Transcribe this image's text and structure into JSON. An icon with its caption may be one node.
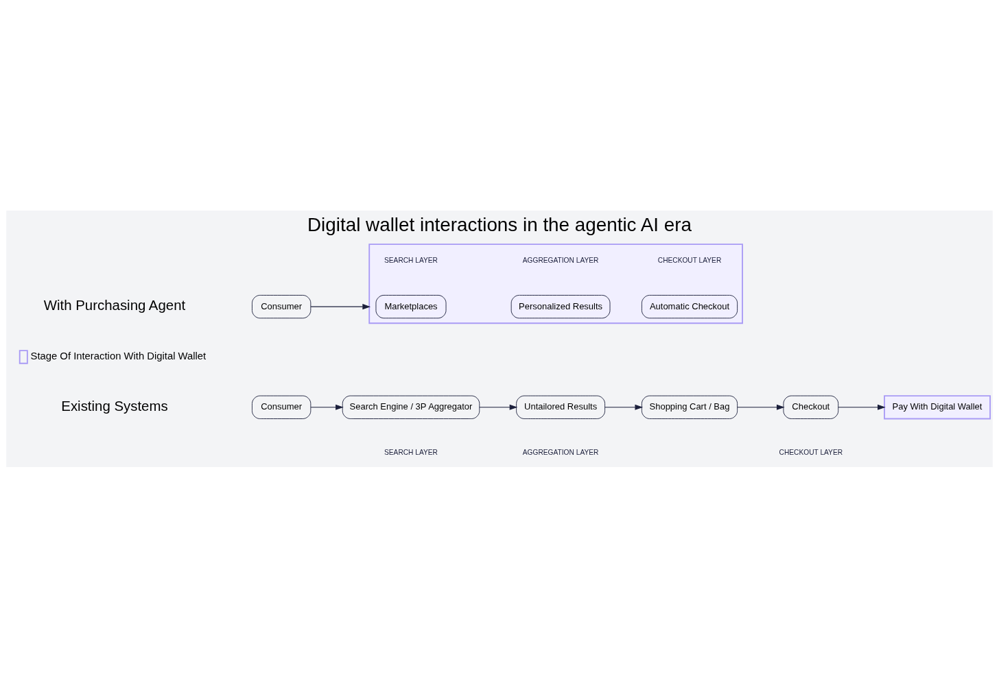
{
  "diagram": {
    "title": "Digital wallet interactions in the agentic AI era",
    "nodes": [
      {
        "text": [
          "Consumer"
        ]
      },
      {
        "text": [
          "Search Engine / 3P Aggregator"
        ]
      },
      {
        "text": [
          "Untailored Results"
        ]
      },
      {
        "text": [
          "Shopping Cart / Bag"
        ]
      },
      {
        "text": [
          "Checkout"
        ]
      },
      {
        "text": [
          "Pay With Digital Wallet"
        ]
      },
      {
        "text": [
          "Consumer"
        ]
      },
      {
        "text": [],
        "shape": "box"
      },
      {
        "text": [
          "Marketplaces"
        ],
        "in": 7
      },
      {
        "text": [
          "Personalized Results"
        ],
        "in": 7
      },
      {
        "text": [
          "Automatic Checkout"
        ],
        "in": 7
      }
    ],
    "edges": [
      {
        "from": 0,
        "to": 1,
        "arrow": "to"
      },
      {
        "from": 1,
        "to": 2,
        "arrow": "to"
      },
      {
        "from": 2,
        "to": 3,
        "arrow": "to"
      },
      {
        "from": 3,
        "to": 4,
        "arrow": "to"
      },
      {
        "from": 4,
        "to": 5,
        "arrow": "to"
      },
      {
        "from": 6,
        "to": 7,
        "arrow": "to"
      }
    ],
    "labels": [
      "Existing Systems",
      "SEARCH LAYER",
      "AGGREGATION LAYER",
      "CHECKOUT LAYER",
      "With Purchasing Agent",
      "SEARCH LAYER",
      "AGGREGATION LAYER",
      "CHECKOUT LAYER"
    ],
    "legend": [
      {
        "text": "Stage Of Interaction With Digital Wallet"
      }
    ]
  }
}
